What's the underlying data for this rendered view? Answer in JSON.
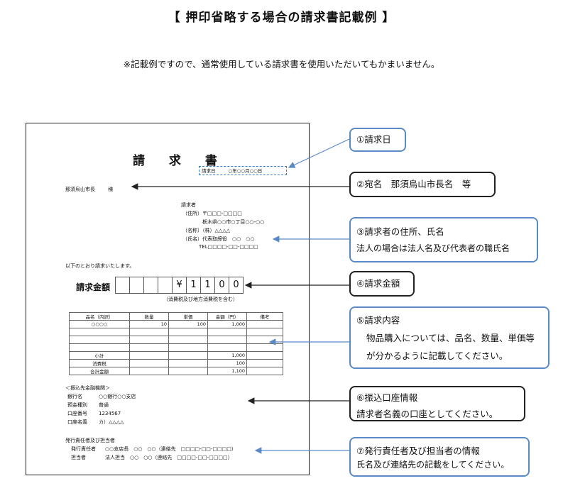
{
  "header": {
    "title": "【 押印省略する場合の請求書記載例 】",
    "note": "※記載例ですので、通常使用している請求書を使用いただいてもかまいません。"
  },
  "invoice": {
    "title": "請 求 書",
    "date_label": "請求日",
    "date_value": "○年○○月○○日",
    "addressee": "那須烏山市長",
    "honorific": "様",
    "billing_header": "請求者",
    "address_label": "（住所）",
    "postal": "〒□□□-□□□□",
    "address": "栃木県○○市○丁目○○-○○",
    "name_label": "（名称）",
    "company": "（株）△△△△",
    "rep_label": "（氏名）",
    "rep": "代表取締役　○○　○○",
    "tel": "TEL□□□□-□□-□□□□",
    "request_text": "以下のとおり請求いたします。",
    "amount_label": "請求金額",
    "amount_digits": [
      "",
      "",
      "",
      "",
      "¥",
      "1",
      "1",
      "0",
      "0"
    ],
    "tax_note": "（消費税及び地方消費税を含む）",
    "table_headers": [
      "品名（内訳）",
      "数量",
      "単価",
      "金額（円）",
      "備考"
    ],
    "table_rows": [
      [
        "○○○○",
        "10",
        "100",
        "1,000",
        ""
      ],
      [
        "",
        "",
        "",
        "",
        ""
      ],
      [
        "",
        "",
        "",
        "",
        ""
      ],
      [
        "",
        "",
        "",
        "",
        ""
      ],
      [
        "小計",
        "",
        "",
        "1,000",
        ""
      ],
      [
        "消費税",
        "",
        "",
        "100",
        ""
      ],
      [
        "合計金額",
        "",
        "",
        "1,100",
        ""
      ]
    ],
    "bank_header": "＜振込先金融機関＞",
    "bank_rows": [
      [
        "銀行名",
        "○○銀行○○支店"
      ],
      [
        "預金種別",
        "普通"
      ],
      [
        "口座番号",
        "1234567"
      ],
      [
        "口座名義",
        "カ）△△△△"
      ]
    ],
    "issuer_header": "発行責任者及び担当者",
    "issuer_rows": [
      [
        "発行責任者",
        "○○支店長　○○　○○（連絡先　□□□□-□□-□□□□）"
      ],
      [
        "担当者",
        "法人担当　○○　○○（連絡先　□□□□-□□-□□□□）"
      ]
    ]
  },
  "callouts": [
    {
      "l1": "①請求日",
      "l2": ""
    },
    {
      "l1": "②宛名　那須烏山市長名　等",
      "l2": ""
    },
    {
      "l1": "③請求者の住所、氏名",
      "l2": "法人の場合は法人名及び代表者の職氏名"
    },
    {
      "l1": "④請求金額",
      "l2": ""
    },
    {
      "l1": "⑤請求内容",
      "l2": "物品購入については、品名、数量、単価等",
      "l3": "が分かるように記載してください。"
    },
    {
      "l1": "⑥振込口座情報",
      "l2": "請求者名義の口座としてください。"
    },
    {
      "l1": "⑦発行責任者及び担当者の情報",
      "l2": "氏名及び連絡先の記載をしてください。"
    }
  ],
  "colors": {
    "accent": "#5a8ac6",
    "ink": "#222222"
  }
}
